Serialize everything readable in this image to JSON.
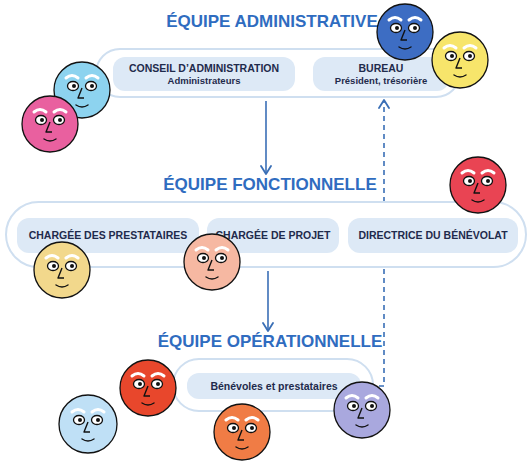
{
  "diagram": {
    "nodes": [
      {
        "text": [
          "ÉQUIPE ADMINISTRATIVE"
        ]
      },
      {
        "text": [
          "CONSEIL D’ADMINISTRATION",
          "Administrateurs"
        ],
        "in": 0
      },
      {
        "text": [
          "BUREAU",
          "Président, trésorière"
        ],
        "in": 0
      },
      {
        "text": [
          "ÉQUIPE FONCTIONNELLE"
        ]
      },
      {
        "text": [
          "CHARGÉE DES PRESTATAIRES"
        ],
        "in": 3
      },
      {
        "text": [
          "CHARGÉE DE PROJET"
        ],
        "in": 3
      },
      {
        "text": [
          "DIRECTRICE DU BÉNÉVOLAT"
        ],
        "in": 3
      },
      {
        "text": [
          "ÉQUIPE OPÉRATIONNELLE"
        ]
      },
      {
        "text": [
          "Bénévoles et prestataires"
        ],
        "in": 7
      }
    ],
    "edges": [
      {
        "from": 0,
        "to": 3,
        "arrow": "to"
      },
      {
        "from": 3,
        "to": 7,
        "arrow": "to"
      },
      {
        "from": 8,
        "to": 0,
        "arrow": "to"
      }
    ]
  }
}
